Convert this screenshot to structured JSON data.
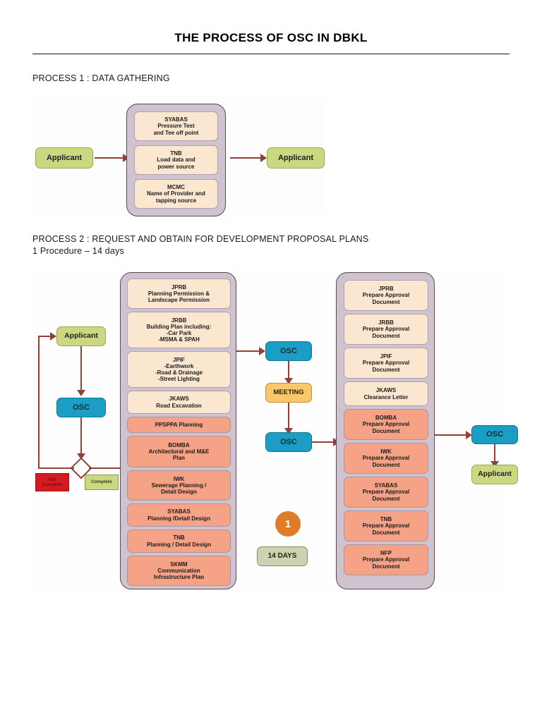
{
  "document": {
    "title": "THE PROCESS OF OSC IN DBKL"
  },
  "process1": {
    "label": "PROCESS 1 : DATA GATHERING",
    "start_node": "Applicant",
    "end_node": "Applicant",
    "agency_boxes": [
      "SYABAS\nPressure Test\nand Tee off point",
      "TNB\nLoad data and\npower source",
      "MCMC\nName of Provider and\ntapping source"
    ]
  },
  "process2": {
    "label": "PROCESS 2 : REQUEST AND OBTAIN FOR DEVELOPMENT PROPOSAL PLANS",
    "sublabel": "1 Procedure – 14 days",
    "left_flow": {
      "applicant": "Applicant",
      "osc": "OSC",
      "decision_not_complete": "Not\nComplete",
      "decision_complete": "Complete"
    },
    "submission_boxes": [
      {
        "text": "JPRB\nPlanning Permission &\nLandscape Permission",
        "color": "cream"
      },
      {
        "text": "JRBB\nBuilding Plan including:\n-Car Park\n-MSMA & SPAH",
        "color": "cream"
      },
      {
        "text": "JPIF\n-Earthwork\n-Road & Drainage\n-Street Lighting",
        "color": "cream"
      },
      {
        "text": "JKAWS\nRoad Excavation",
        "color": "cream"
      },
      {
        "text": "PPSPPA Planning",
        "color": "salmon"
      },
      {
        "text": "BOMBA\nArchitectural  and M&E\nPlan",
        "color": "salmon"
      },
      {
        "text": "IWK\nSewerage Planning /\nDetail Design",
        "color": "salmon"
      },
      {
        "text": "SYABAS\nPlanning /Detail Design",
        "color": "salmon"
      },
      {
        "text": "TNB\nPlanning / Detail Design",
        "color": "salmon"
      },
      {
        "text": "SKMM\nCommunication\nInfrastructure Plan",
        "color": "salmon"
      }
    ],
    "middle_flow": {
      "osc_top": "OSC",
      "meeting": "MEETING",
      "osc_bottom": "OSC",
      "step_number": "1",
      "duration_badge": "14 DAYS"
    },
    "approval_boxes": [
      {
        "text": "JPRB\nPrepare Approval\nDocument",
        "color": "cream"
      },
      {
        "text": "JRBB\nPrepare Approval\nDocument",
        "color": "cream"
      },
      {
        "text": "JPIF\nPrepare Approval\nDocument",
        "color": "cream"
      },
      {
        "text": "JKAWS\nClearance Letter",
        "color": "cream"
      },
      {
        "text": "BOMBA\nPrepare Approval\nDocument",
        "color": "salmon"
      },
      {
        "text": "IWK\nPrepare Approval\nDocument",
        "color": "salmon"
      },
      {
        "text": "SYABAS\nPrepare Approval\nDocument",
        "color": "salmon"
      },
      {
        "text": "TNB\nPrepare Approval\nDocument",
        "color": "salmon"
      },
      {
        "text": "NFP\nPrepare Approval\nDocument",
        "color": "salmon"
      }
    ],
    "right_flow": {
      "osc": "OSC",
      "applicant": "Applicant"
    }
  },
  "colors": {
    "arrow": "#8f4038",
    "teal": "#1c9dc4",
    "green": "#ccd880",
    "orange": "#fac76a",
    "cream": "#fbe7d0",
    "salmon": "#f5a286",
    "mauve": "#cfc3cf",
    "step_circle": "#e07b28",
    "red": "#d61a21"
  }
}
